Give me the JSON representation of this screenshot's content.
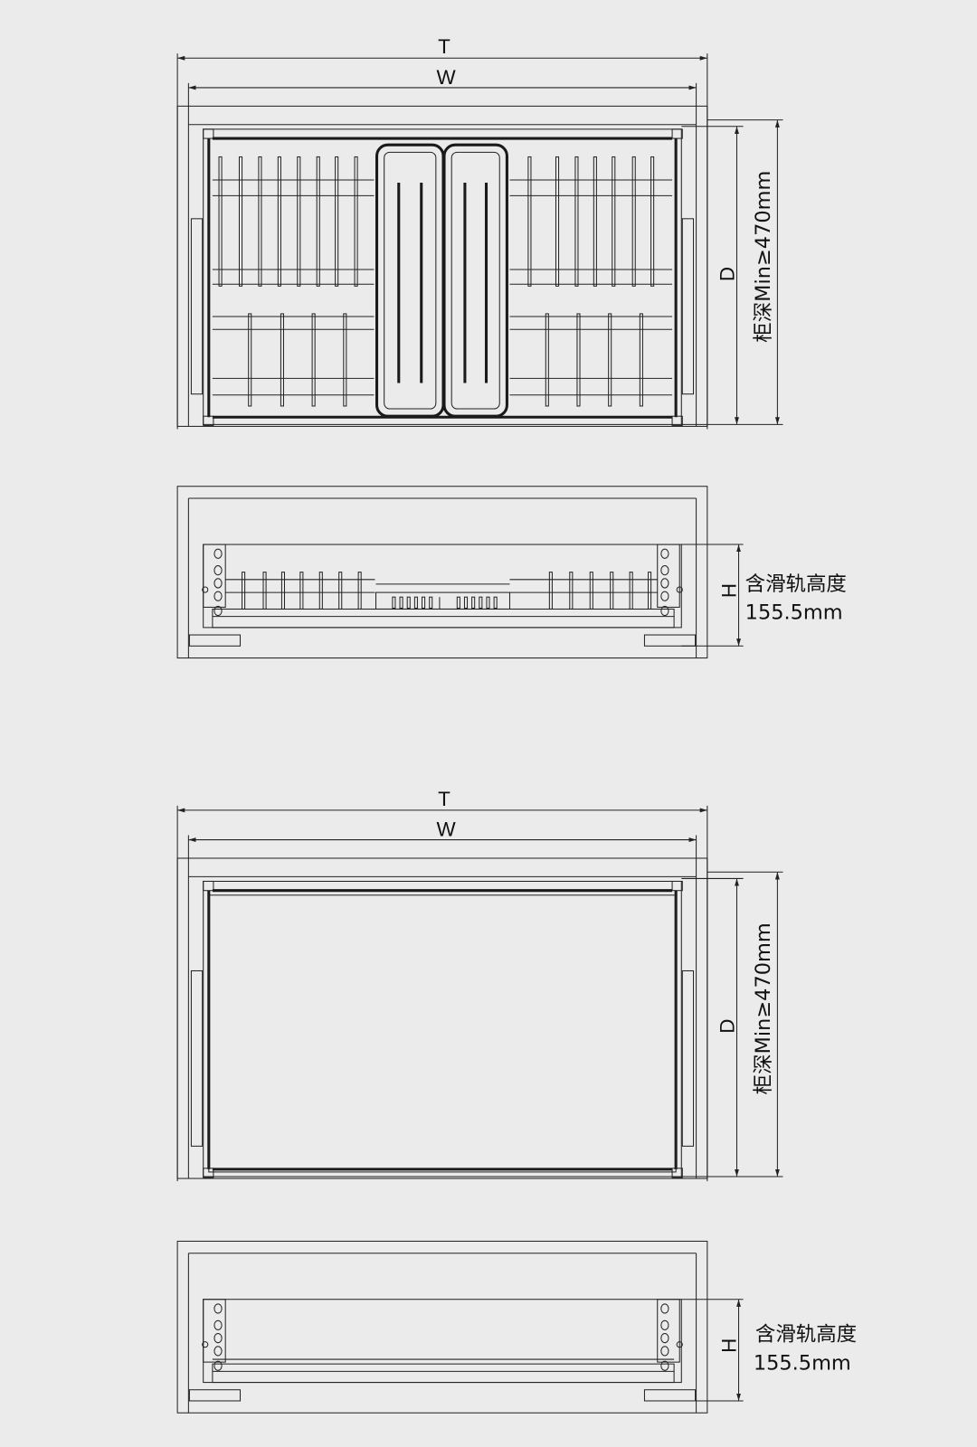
{
  "colors": {
    "background": "#ebebeb",
    "line": "#222222"
  },
  "views": [
    {
      "name": "dish-rack-basket",
      "top": {
        "t_label": "T",
        "w_label": "W",
        "d_label": "D",
        "depth_note": "柜深Min≥470mm"
      },
      "side": {
        "h_label": "H",
        "height_note_line1": "含滑轨高度",
        "height_note_line2": "155.5mm"
      }
    },
    {
      "name": "flat-basket",
      "top": {
        "t_label": "T",
        "w_label": "W",
        "d_label": "D",
        "depth_note": "柜深Min≥470mm"
      },
      "side": {
        "h_label": "H",
        "height_note_line1": "含滑轨高度",
        "height_note_line2": "155.5mm"
      }
    }
  ]
}
